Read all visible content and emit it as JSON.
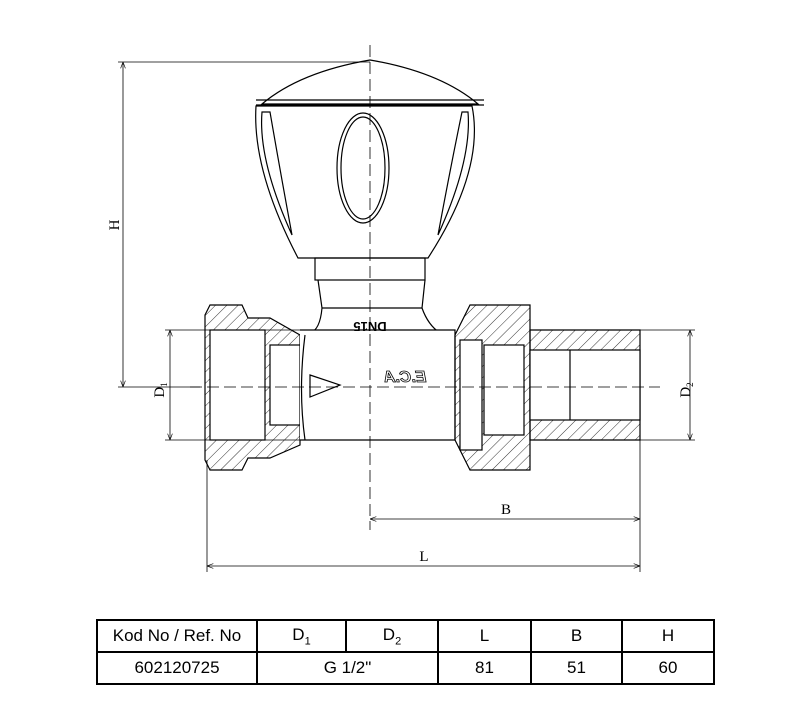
{
  "drawing": {
    "dimensions": {
      "H": "H",
      "D1": "D",
      "D1_sub": "1",
      "D2": "D",
      "D2_sub": "2",
      "B": "B",
      "L": "L"
    },
    "body_marking": "DN15",
    "brand_marking": "E.C.A"
  },
  "table": {
    "headers": {
      "code": "Kod No / Ref. No",
      "d1": "D",
      "d1_sub": "1",
      "d2": "D",
      "d2_sub": "2",
      "l": "L",
      "b": "B",
      "h": "H"
    },
    "row": {
      "code": "602120725",
      "d": "G 1/2\"",
      "l": "81",
      "b": "51",
      "h": "60"
    }
  }
}
